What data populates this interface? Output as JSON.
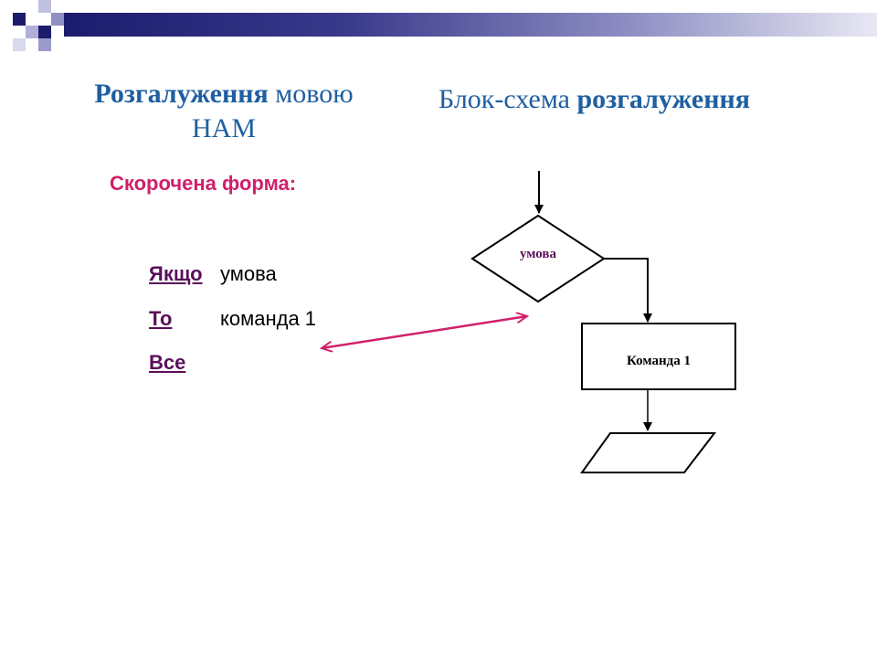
{
  "left_title": {
    "bold_part": "Розгалуження",
    "regular_part": " мовою",
    "second_line": "НАМ"
  },
  "right_title": {
    "regular_part": "Блок-схема ",
    "bold_part": "розгалуження"
  },
  "subtitle": "Скорочена форма:",
  "code": {
    "kw_if": "Якщо",
    "if_value": "умова",
    "kw_then": "То",
    "then_value": "команда 1",
    "kw_end": "Все"
  },
  "flowchart": {
    "decision_label": "умова",
    "process_label": "Команда 1"
  },
  "colors": {
    "title": "#1f5fa0",
    "subtitle": "#d0206a",
    "keyword": "#5a0f5a",
    "arrow": "#d0206a",
    "top_bar": "#1c1c6e"
  }
}
